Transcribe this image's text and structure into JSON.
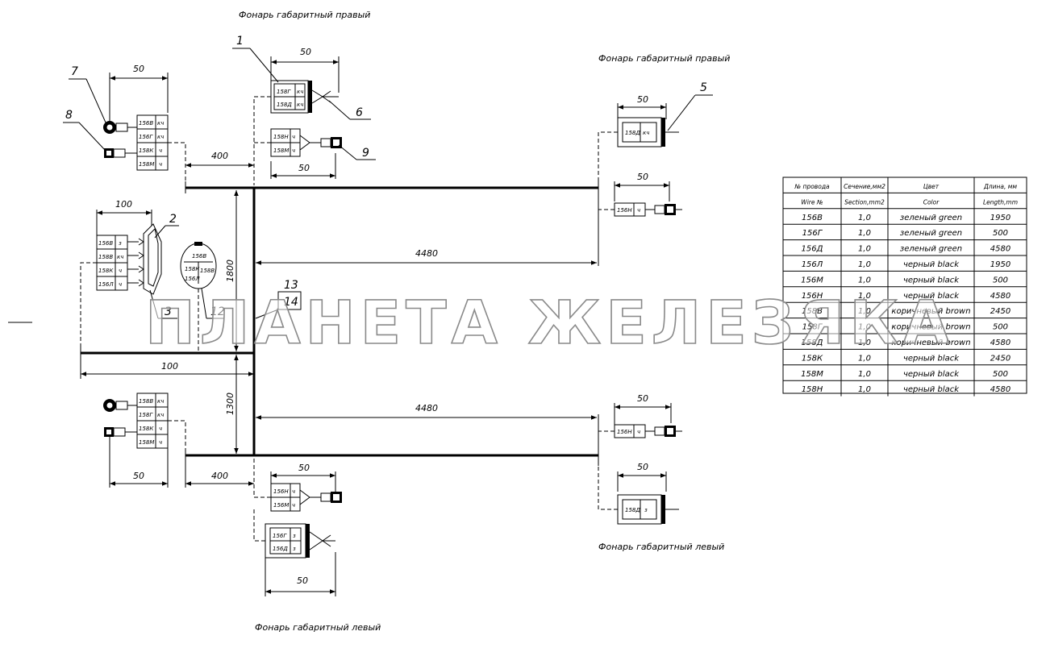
{
  "labels": {
    "right_lamp_top": "Фонарь габаритный правый",
    "right_lamp_right": "Фонарь габаритный правый",
    "left_lamp_right": "Фонарь габаритный левый",
    "left_lamp_bottom": "Фонарь габаритный левый"
  },
  "watermark": "ПЛАНЕТА ЖЕЛЕЗЯКА",
  "positions": [
    "1",
    "2",
    "3",
    "5",
    "6",
    "7",
    "8",
    "9",
    "12",
    "13",
    "14"
  ],
  "dimensions": {
    "d50_top_left": "50",
    "d50_top_mid": "50",
    "d50_mid_left": "50",
    "d50_right_top": "50",
    "d50_right_2": "50",
    "d400_top": "400",
    "d100_conn": "100",
    "d1800": "1800",
    "d4480_top": "4480",
    "d100_bottom": "100",
    "d1300": "1300",
    "d4480_bottom": "4480",
    "d50_bottom_left": "50",
    "d400_bottom": "400",
    "d50_bottom_mid": "50",
    "d50_bottom_last": "50",
    "d50_right_3": "50",
    "d50_right_4": "50"
  },
  "connectors": {
    "top_left": [
      [
        "156В",
        "кч"
      ],
      [
        "156Г",
        "кч"
      ],
      [
        "158К",
        "ч"
      ],
      [
        "158М",
        "ч"
      ]
    ],
    "top_mid_1": [
      [
        "158Г",
        "кч"
      ],
      [
        "158Д",
        "кч"
      ]
    ],
    "top_mid_2": [
      [
        "158Н",
        "ч"
      ],
      [
        "158М",
        "ч"
      ]
    ],
    "right_top": [
      [
        "158Д",
        "кч"
      ]
    ],
    "right_2": [
      [
        "156Н",
        "ч"
      ]
    ],
    "mid_left": [
      [
        "156В",
        "з"
      ],
      [
        "158В",
        "кч"
      ],
      [
        "158К",
        "ч"
      ],
      [
        "156Л",
        "ч"
      ]
    ],
    "round": [
      "156В",
      "158К",
      "156Л",
      "158В"
    ],
    "bottom_left": [
      [
        "158В",
        "кч"
      ],
      [
        "158Г",
        "кч"
      ],
      [
        "158К",
        "ч"
      ],
      [
        "158М",
        "ч"
      ]
    ],
    "right_3": [
      [
        "156Н",
        "ч"
      ]
    ],
    "bottom_mid_1": [
      [
        "156Н",
        "ч"
      ],
      [
        "156М",
        "ч"
      ]
    ],
    "right_4": [
      [
        "158Д",
        "з"
      ]
    ],
    "bottom_mid_2": [
      [
        "156Г",
        "з"
      ],
      [
        "156Д",
        "з"
      ]
    ]
  },
  "table": {
    "headers_ru": [
      "№ провода",
      "Сечение,мм2",
      "Цвет",
      "Длина, мм"
    ],
    "headers_en": [
      "Wire №",
      "Section,mm2",
      "Color",
      "Length,mm"
    ],
    "rows": [
      [
        "156В",
        "1,0",
        "зеленый green",
        "1950"
      ],
      [
        "156Г",
        "1,0",
        "зеленый green",
        "500"
      ],
      [
        "156Д",
        "1,0",
        "зеленый green",
        "4580"
      ],
      [
        "156Л",
        "1,0",
        "черный black",
        "1950"
      ],
      [
        "156М",
        "1,0",
        "черный black",
        "500"
      ],
      [
        "156Н",
        "1,0",
        "черный black",
        "4580"
      ],
      [
        "158В",
        "1,0",
        "коричневый brown",
        "2450"
      ],
      [
        "158Г",
        "1,0",
        "коричневый brown",
        "500"
      ],
      [
        "158Д",
        "1,0",
        "коричневый brown",
        "4580"
      ],
      [
        "158К",
        "1,0",
        "черный black",
        "2450"
      ],
      [
        "158М",
        "1,0",
        "черный black",
        "500"
      ],
      [
        "158Н",
        "1,0",
        "черный black",
        "4580"
      ]
    ]
  }
}
